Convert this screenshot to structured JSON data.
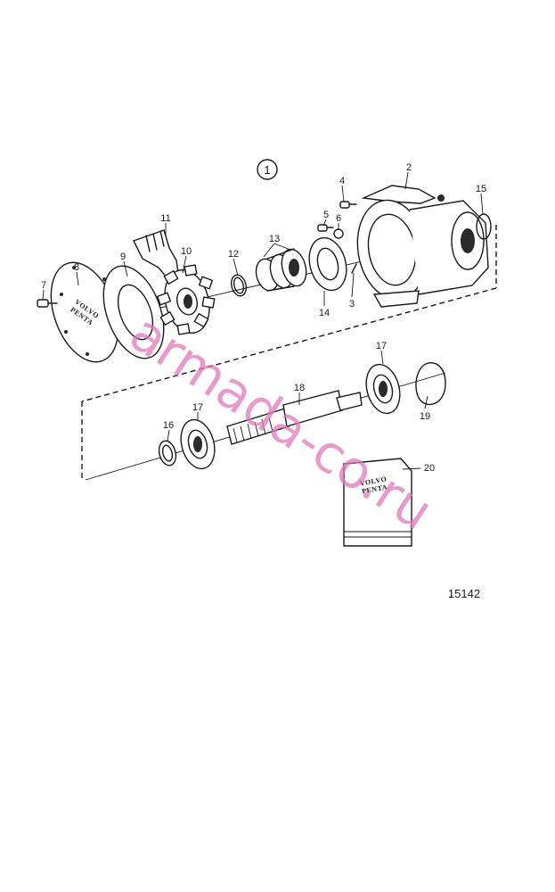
{
  "diagram": {
    "group_number": "1",
    "figure_code": "15142",
    "part_labels": [
      "1",
      "2",
      "3",
      "4",
      "5",
      "6",
      "7",
      "8",
      "9",
      "10",
      "11",
      "12",
      "13",
      "14",
      "15",
      "16",
      "17",
      "17",
      "18",
      "19",
      "20"
    ],
    "logo_lines": [
      "VOLVO",
      "PENTA"
    ],
    "watermark": "armada-co.ru",
    "watermark_color": "#e07ab8"
  }
}
